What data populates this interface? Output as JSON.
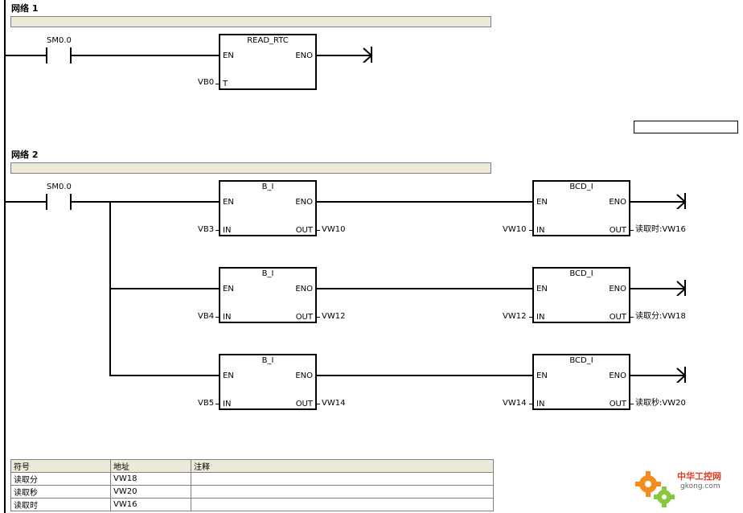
{
  "networks": [
    {
      "title": "网络 1",
      "contact_label": "SM0.0"
    },
    {
      "title": "网络 2",
      "contact_label": "SM0.0"
    }
  ],
  "net1": {
    "block": {
      "name": "READ_RTC",
      "en": "EN",
      "eno": "ENO",
      "t_pin": "T",
      "t_operand": "VB0"
    }
  },
  "net2": {
    "rows": [
      {
        "bi": {
          "name": "B_I",
          "en": "EN",
          "eno": "ENO",
          "in": "IN",
          "out": "OUT",
          "in_operand": "VB3",
          "out_operand": "VW10"
        },
        "bcd": {
          "name": "BCD_I",
          "en": "EN",
          "eno": "ENO",
          "in": "IN",
          "out": "OUT",
          "in_operand": "VW10",
          "out_operand": "读取时:VW16"
        }
      },
      {
        "bi": {
          "name": "B_I",
          "en": "EN",
          "eno": "ENO",
          "in": "IN",
          "out": "OUT",
          "in_operand": "VB4",
          "out_operand": "VW12"
        },
        "bcd": {
          "name": "BCD_I",
          "en": "EN",
          "eno": "ENO",
          "in": "IN",
          "out": "OUT",
          "in_operand": "VW12",
          "out_operand": "读取分:VW18"
        }
      },
      {
        "bi": {
          "name": "B_I",
          "en": "EN",
          "eno": "ENO",
          "in": "IN",
          "out": "OUT",
          "in_operand": "VB5",
          "out_operand": "VW14"
        },
        "bcd": {
          "name": "BCD_I",
          "en": "EN",
          "eno": "ENO",
          "in": "IN",
          "out": "OUT",
          "in_operand": "VW14",
          "out_operand": "读取秒:VW20"
        }
      }
    ]
  },
  "symbol_table": {
    "headers": [
      "符号",
      "地址",
      "注释"
    ],
    "rows": [
      [
        "读取分",
        "VW18",
        ""
      ],
      [
        "读取秒",
        "VW20",
        ""
      ],
      [
        "读取时",
        "VW16",
        ""
      ]
    ]
  },
  "watermark": {
    "name": "中华工控网",
    "url": "gkong.com"
  }
}
